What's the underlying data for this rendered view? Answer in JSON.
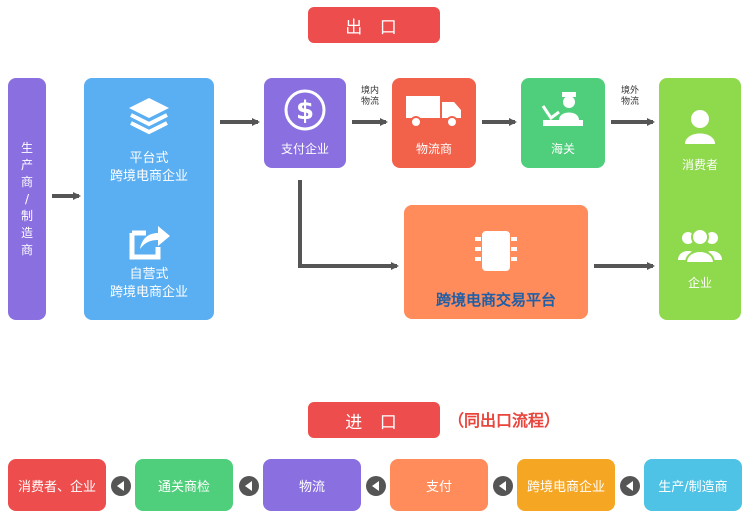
{
  "export": {
    "title": "出 口",
    "producer": "生\n产\n商\n/\n制\n造\n商",
    "platform": "平台式\n跨境电商企业",
    "self_run": "自营式\n跨境电商企业",
    "payment": "支付企业",
    "domestic_logistics": "境内\n物流",
    "logistics": "物流商",
    "customs": "海关",
    "foreign_logistics": "境外\n物流",
    "consumer": "消费者",
    "enterprise": "企业",
    "trade_platform": "跨境电商交易平台"
  },
  "import": {
    "title": "进 口",
    "note": "（同出口流程）",
    "flow": [
      "消费者、企业",
      "通关商检",
      "物流",
      "支付",
      "跨境电商企业",
      "生产/制造商"
    ]
  },
  "colors": {
    "red": "#ee4d4d",
    "purple": "#8a6fe0",
    "blue": "#5aaef2",
    "orange_red": "#f2614a",
    "green": "#4fcf7c",
    "lime": "#8fd94c",
    "orange": "#ff8c5a",
    "yellow": "#f5a623",
    "cyan": "#4ec3e6"
  }
}
